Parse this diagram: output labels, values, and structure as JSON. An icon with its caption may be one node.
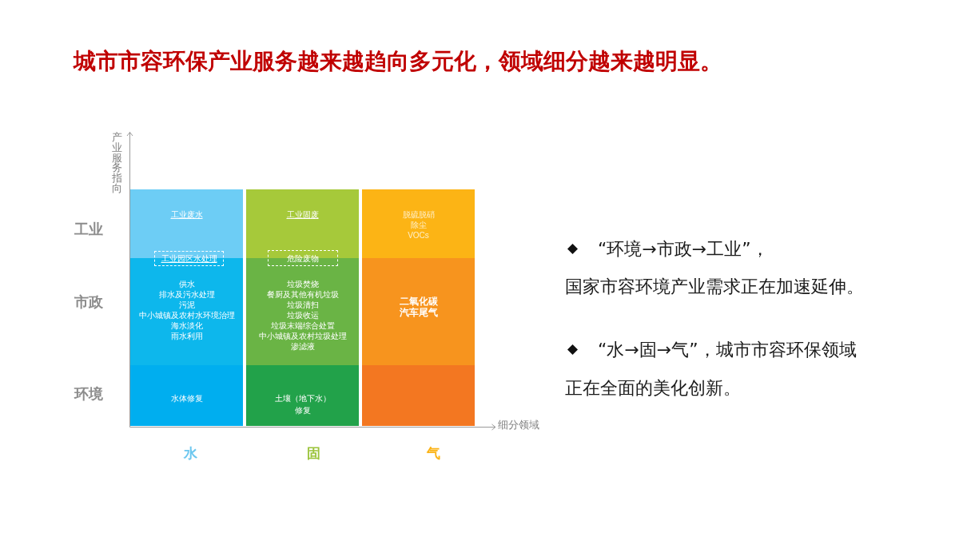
{
  "diagram": {
    "title": "城市市容环保产业服务越来越趋向多元化，领域细分越来越明显。",
    "nodes": [
      {
        "text": [
          "工业废水"
        ]
      },
      {
        "text": [
          "工业固废"
        ]
      },
      {
        "text": [
          "脱硫脱硝",
          "除尘",
          "VOCs"
        ]
      },
      {
        "text": [
          "工业园区水处理"
        ]
      },
      {
        "text": [
          "危险废物"
        ]
      },
      {
        "text": [
          "供水",
          "排水及污水处理",
          "污泥",
          "中小城镇及农村水环境治理",
          "海水淡化",
          "雨水利用"
        ]
      },
      {
        "text": [
          "垃圾焚烧",
          "餐厨及其他有机垃圾",
          "垃圾清扫",
          "垃圾收运",
          "垃圾末端综合处置",
          "中小城镇及农村垃圾处理",
          "渗滤液"
        ]
      },
      {
        "text": [
          "二氧化碳",
          "汽车尾气"
        ]
      },
      {
        "text": [
          "水体修复"
        ]
      },
      {
        "text": [
          "土壤（地下水）修复"
        ]
      },
      {
        "text": [],
        "shape": "box"
      }
    ],
    "labels": [
      "产业服务指向",
      "工业",
      "市政",
      "环境",
      "细分领域",
      "水",
      "固",
      "气",
      "“环境→市政→工业”，",
      "国家市容环境产业需求正在加速延伸。",
      "“水→固→气”，城市市容环保领域",
      "正在全面的美化创新。"
    ]
  }
}
